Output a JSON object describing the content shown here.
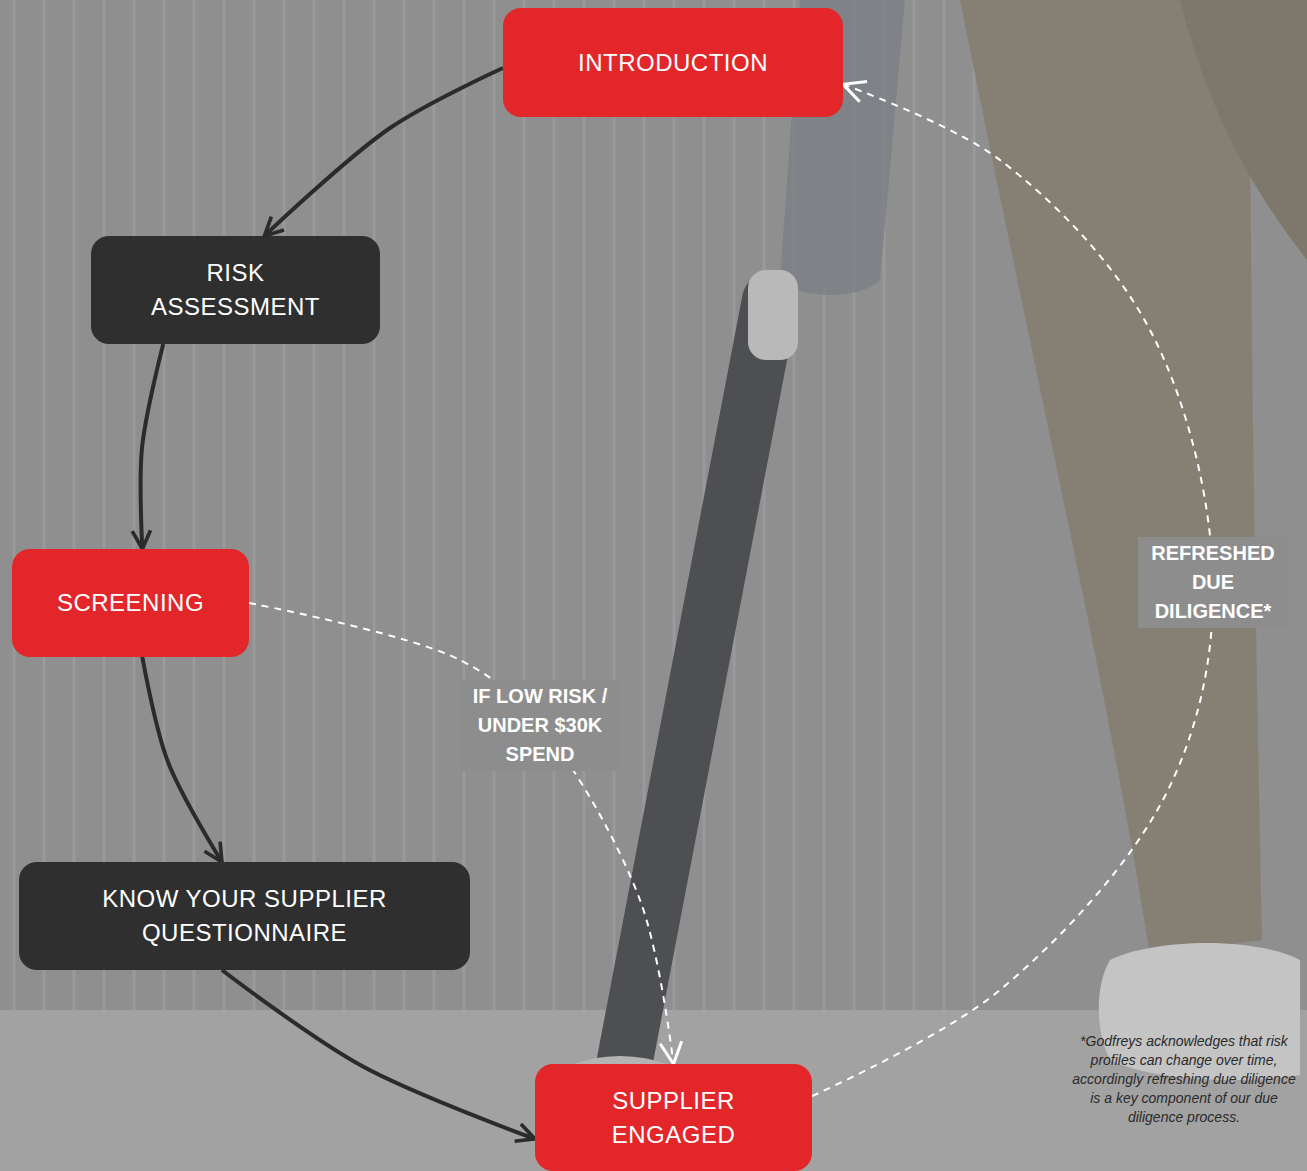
{
  "diagram": {
    "nodes": [
      {
        "text": [
          "INTRODUCTION"
        ]
      },
      {
        "text": [
          "RISK ASSESSMENT"
        ]
      },
      {
        "text": [
          "SCREENING"
        ]
      },
      {
        "text": [
          "KNOW YOUR SUPPLIER QUESTIONNAIRE"
        ]
      },
      {
        "text": [
          "SUPPLIER ENGAGED"
        ]
      }
    ],
    "edges": [
      {
        "from": 0,
        "to": 1,
        "arrow": "to"
      },
      {
        "from": 1,
        "to": 2,
        "arrow": "to"
      },
      {
        "from": 2,
        "to": 3,
        "arrow": "to"
      },
      {
        "from": 3,
        "to": 4,
        "arrow": "to"
      },
      {
        "from": 2,
        "to": 4,
        "label": "IF LOW RISK / UNDER $30K SPEND",
        "arrow": "to"
      },
      {
        "from": 4,
        "to": 0,
        "label": "REFRESHED DUE DILIGENCE*",
        "arrow": "to"
      }
    ],
    "labels": [
      "*Godfreys acknowledges that risk profiles can change over time, accordingly refreshing due diligence is a key component of our due diligence process."
    ]
  }
}
